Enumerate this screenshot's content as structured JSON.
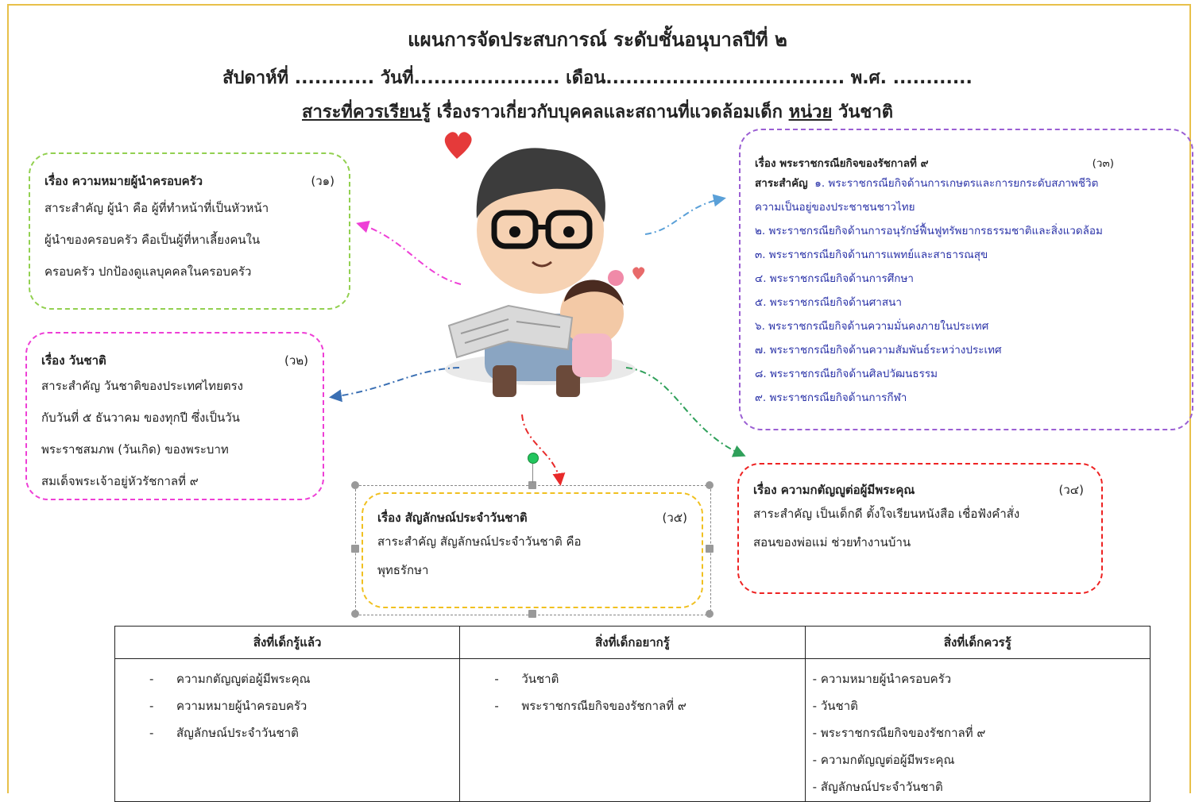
{
  "header": {
    "title": "แผนการจัดประสบการณ์  ระดับชั้นอนุบาลปีที่ ๒",
    "line2": "สัปดาห์ที่ ............  วันที่...................... เดือน.................................... พ.ศ. ............",
    "subject_label": "สาระที่ควรเรียนรู้",
    "subject_text": "  เรื่องราวเกี่ยวกับบุคคลและสถานที่แวดล้อมเด็ก        ",
    "unit_label": "หน่วย",
    "unit_text": "  วันชาติ"
  },
  "boxes": {
    "b1": {
      "topic": "เรื่อง ความหมายผู้นำครอบครัว",
      "code": "(ว๑)",
      "lines": [
        "สาระสำคัญ  ผู้นำ คือ ผู้ที่ทำหน้าที่เป็นหัวหน้า",
        "ผู้นำของครอบครัว คือเป็นผู้ที่หาเลี้ยงคนใน",
        "ครอบครัว ปกป้องดูแลบุคคลในครอบครัว"
      ]
    },
    "b2": {
      "topic": "เรื่อง วันชาติ",
      "code": "(ว๒)",
      "lines": [
        "สาระสำคัญ  วันชาติของประเทศไทยตรง",
        "กับวันที่ ๕ ธันวาคม ของทุกปี ซึ่งเป็นวัน",
        "พระราชสมภพ (วันเกิด) ของพระบาท",
        "สมเด็จพระเจ้าอยู่หัวรัชกาลที่ ๙"
      ]
    },
    "b3": {
      "topic": "เรื่อง พระราชกรณียกิจของรัชกาลที่ ๙",
      "code": "(ว๓)",
      "key_label": "สาระสำคัญ",
      "lines": [
        "๑. พระราชกรณียกิจด้านการเกษตรและการยกระดับสภาพชีวิต",
        "ความเป็นอยู่ของประชาชนชาวไทย",
        "๒. พระราชกรณียกิจด้านการอนุรักษ์ฟื้นฟูทรัพยากรธรรมชาติและสิ่งแวดล้อม",
        "๓. พระราชกรณียกิจด้านการแพทย์และสาธารณสุข",
        "๔. พระราชกรณียกิจด้านการศึกษา",
        "๕. พระราชกรณียกิจด้านศาสนา",
        "๖. พระราชกรณียกิจด้านความมั่นคงภายในประเทศ",
        "๗. พระราชกรณียกิจด้านความสัมพันธ์ระหว่างประเทศ",
        "๘. พระราชกรณียกิจด้านศิลปวัฒนธรรม",
        "๙. พระราชกรณียกิจด้านการกีฬา"
      ]
    },
    "b4": {
      "topic": "เรื่อง ความกตัญญูต่อผู้มีพระคุณ",
      "code": "(ว๔)",
      "lines": [
        "สาระสำคัญ  เป็นเด็กดี ตั้งใจเรียนหนังสือ เชื่อฟังคำสั่ง",
        "สอนของพ่อแม่ ช่วยทำงานบ้าน"
      ]
    },
    "b5": {
      "topic": "เรื่อง สัญลักษณ์ประจำวันชาติ",
      "code": "(ว๕)",
      "lines": [
        "สาระสำคัญ  สัญลักษณ์ประจำวันชาติ คือ",
        "พุทธรักษา"
      ]
    }
  },
  "table": {
    "headers": [
      "สิ่งที่เด็กรู้แล้ว",
      "สิ่งที่เด็กอยากรู้",
      "สิ่งที่เด็กควรรู้"
    ],
    "col1": [
      "ความกตัญญูต่อผู้มีพระคุณ",
      "ความหมายผู้นำครอบครัว",
      "สัญลักษณ์ประจำวันชาติ"
    ],
    "col2": [
      "วันชาติ",
      "พระราชกรณียกิจของรัชกาลที่ ๙"
    ],
    "col3": [
      "ความหมายผู้นำครอบครัว",
      "วันชาติ",
      "พระราชกรณียกิจของรัชกาลที่ ๙",
      "ความกตัญญูต่อผู้มีพระคุณ",
      "สัญลักษณ์ประจำวันชาติ"
    ]
  },
  "colors": {
    "frame": "#e8c04a",
    "b1": "#92d050",
    "b2": "#ee3fd6",
    "b3": "#9b5fd3",
    "b4": "#ee2222",
    "b5": "#f0c020",
    "b3_text": "#2b33a8"
  },
  "illustration": "father-reading-newspaper-with-daughter"
}
